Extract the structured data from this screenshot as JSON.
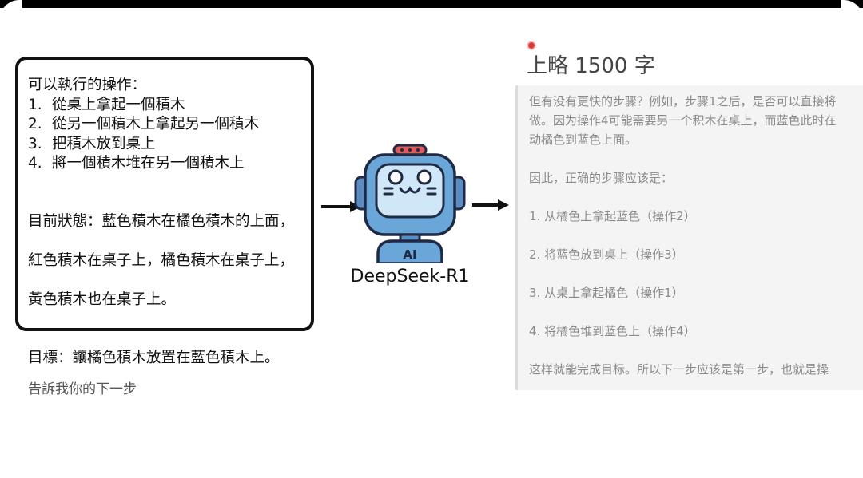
{
  "prompt": {
    "ops_title": "可以執行的操作：",
    "ops": [
      {
        "num": "1.",
        "text": "從桌上拿起一個積木"
      },
      {
        "num": "2.",
        "text": "從另一個積木上拿起另一個積木"
      },
      {
        "num": "3.",
        "text": "把積木放到桌上"
      },
      {
        "num": "4.",
        "text": "將一個積木堆在另一個積木上"
      }
    ],
    "state_line1": "目前狀態：藍色積木在橘色積木的上面，",
    "state_line2": "紅色積木在桌子上，橘色積木在桌子上，",
    "state_line3": "黃色積木也在桌子上。",
    "goal": "目標：讓橘色積木放置在藍色積木上。",
    "ask": "告訴我你的下一步"
  },
  "model": {
    "label": "DeepSeek-R1",
    "badge": "AI",
    "colors": {
      "head": "#6aa7d8",
      "face": "#cfe7f6",
      "outline": "#1f2a44",
      "antenna": "#e05a5a",
      "ear": "#5b8dc4"
    }
  },
  "output": {
    "title": "上略 1500 字",
    "lines": [
      "但有没有更快的步骤？例如，步骤1之后，是否可以直接将",
      "做。因为操作4可能需要另一个积木在桌上，而蓝色此时在",
      "动橘色到蓝色上面。"
    ],
    "conclusion": "因此，正确的步骤应该是：",
    "steps": [
      "1. 从橘色上拿起蓝色（操作2）",
      "2. 将蓝色放到桌上（操作3）",
      "3. 从桌上拿起橘色（操作1）",
      "4. 将橘色堆到蓝色上（操作4）"
    ],
    "final": "这样就能完成目标。所以下一步应该是第一步，也就是操"
  }
}
